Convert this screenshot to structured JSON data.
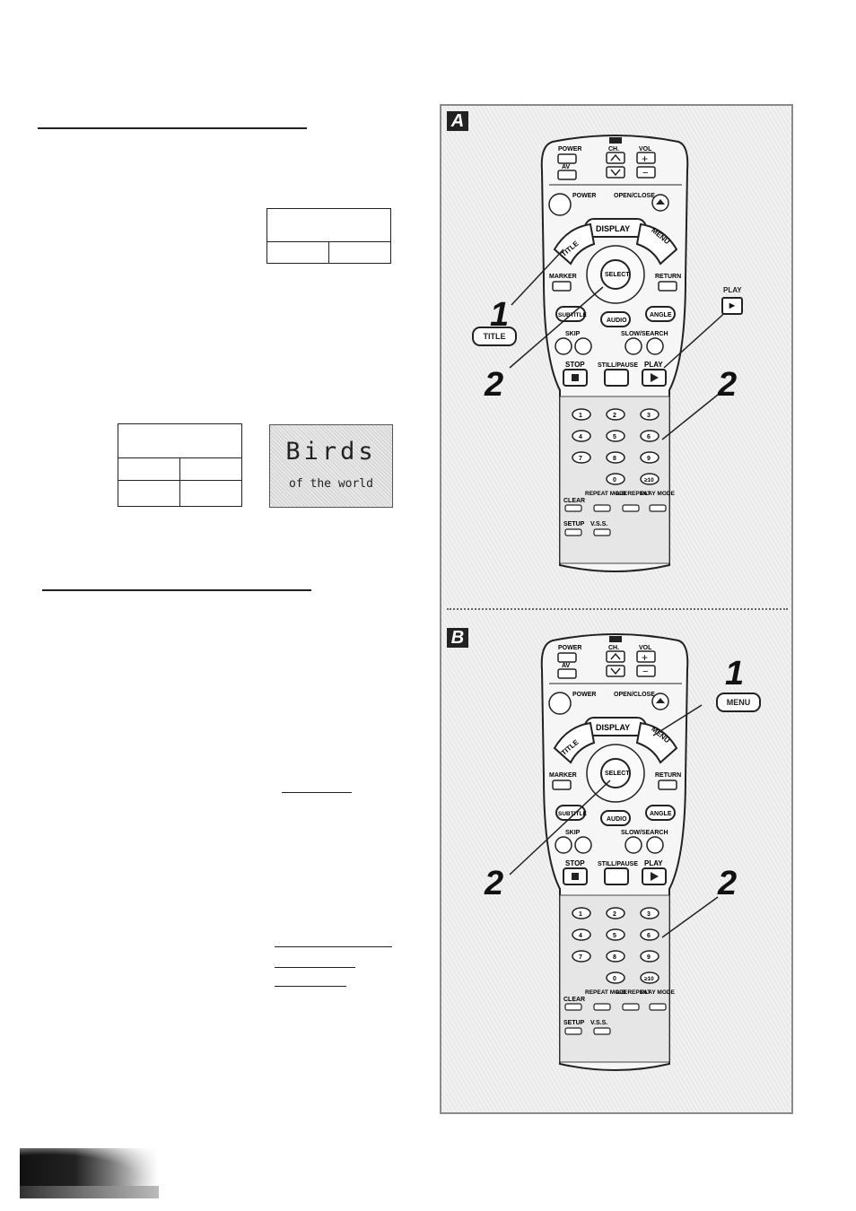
{
  "figure": {
    "birds_title": "Birds",
    "birds_subtitle": "of the world"
  },
  "panels": [
    {
      "badge": "A",
      "callouts": [
        "1",
        "2",
        "2"
      ],
      "key_label": "TITLE",
      "play_key_label": "PLAY"
    },
    {
      "badge": "B",
      "callouts": [
        "1",
        "2",
        "2"
      ],
      "key_label": "MENU"
    }
  ],
  "remote": {
    "power": "POWER",
    "ch": "CH.",
    "vol": "VOL",
    "av": "AV",
    "power_standby": "POWER",
    "open_close": "OPEN/CLOSE",
    "display": "DISPLAY",
    "title": "TITLE",
    "menu": "MENU",
    "marker": "MARKER",
    "select": "SELECT",
    "return": "RETURN",
    "subtitle": "SUBTITLE",
    "audio": "AUDIO",
    "angle": "ANGLE",
    "skip": "SKIP",
    "slow_search": "SLOW/SEARCH",
    "stop": "STOP",
    "still_pause": "STILL/PAUSE",
    "play": "PLAY",
    "digits": [
      "1",
      "2",
      "3",
      "4",
      "5",
      "6",
      "7",
      "8",
      "9",
      "0",
      "≥10"
    ],
    "clear": "CLEAR",
    "repeat_mode": "REPEAT MODE",
    "ab_repeat": "A-B REPEAT",
    "play_mode": "PLAY MODE",
    "setup": "SETUP",
    "vss": "V.S.S."
  }
}
